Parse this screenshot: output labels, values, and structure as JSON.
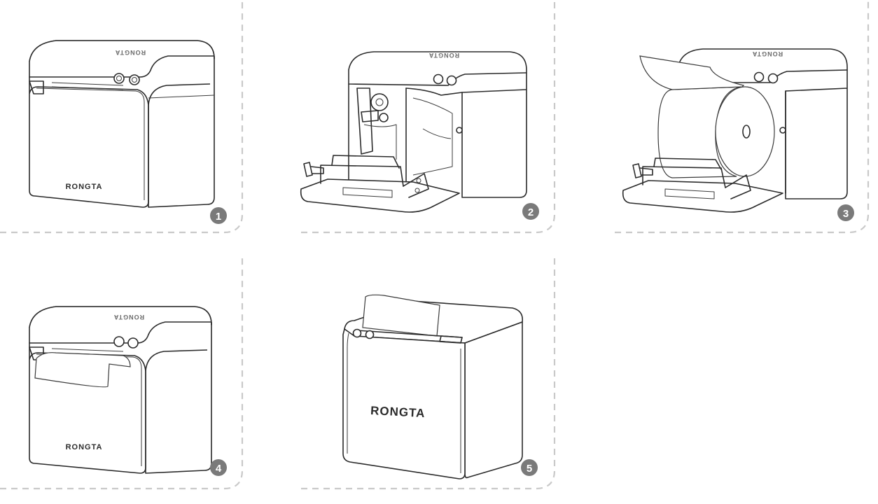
{
  "brand": "RONGTA",
  "brand_top_mirrored": "RONGTA",
  "steps": [
    {
      "number": "1"
    },
    {
      "number": "2"
    },
    {
      "number": "3"
    },
    {
      "number": "4"
    },
    {
      "number": "5"
    }
  ],
  "colors": {
    "line": "#2b2b2b",
    "divider": "#c9c9c9",
    "badge": "#7a7a7a",
    "background": "#ffffff"
  },
  "icons": [
    "power-button-icon",
    "feed-button-icon",
    "paper-roll-icon",
    "step-badge-icon"
  ]
}
